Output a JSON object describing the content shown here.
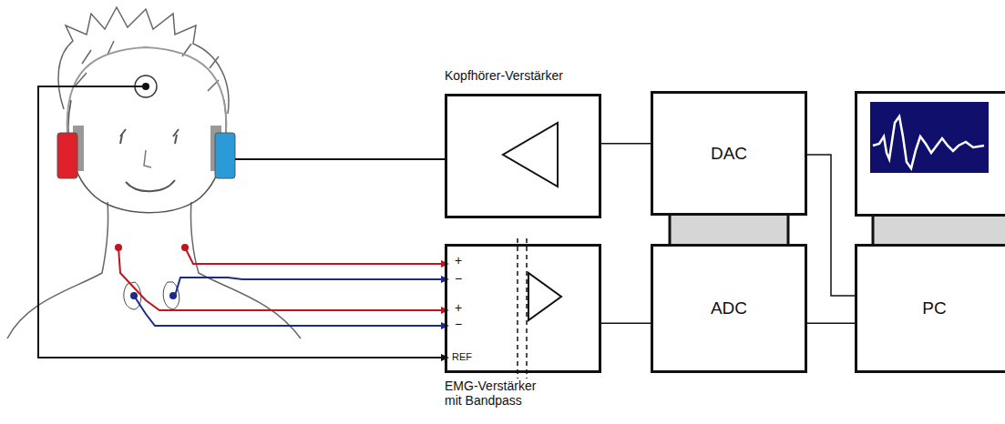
{
  "diagram": {
    "nodes": [
      {
        "text": [
          "Kopfhörer-Verstärker"
        ]
      },
      {
        "text": [
          "DAC"
        ]
      },
      {
        "text": [
          "EMG-Verstärker mit Bandpass"
        ]
      },
      {
        "text": [
          "ADC"
        ]
      },
      {
        "text": [
          "PC"
        ]
      }
    ],
    "edges": [
      {
        "from": 1,
        "to": 0,
        "arrow": "none"
      },
      {
        "from": 1,
        "to": 4,
        "arrow": "none"
      },
      {
        "from": 2,
        "to": 3,
        "arrow": "none"
      },
      {
        "from": 3,
        "to": 4,
        "arrow": "none"
      }
    ],
    "labels": [
      "+",
      "−",
      "+",
      "−",
      "REF"
    ]
  }
}
